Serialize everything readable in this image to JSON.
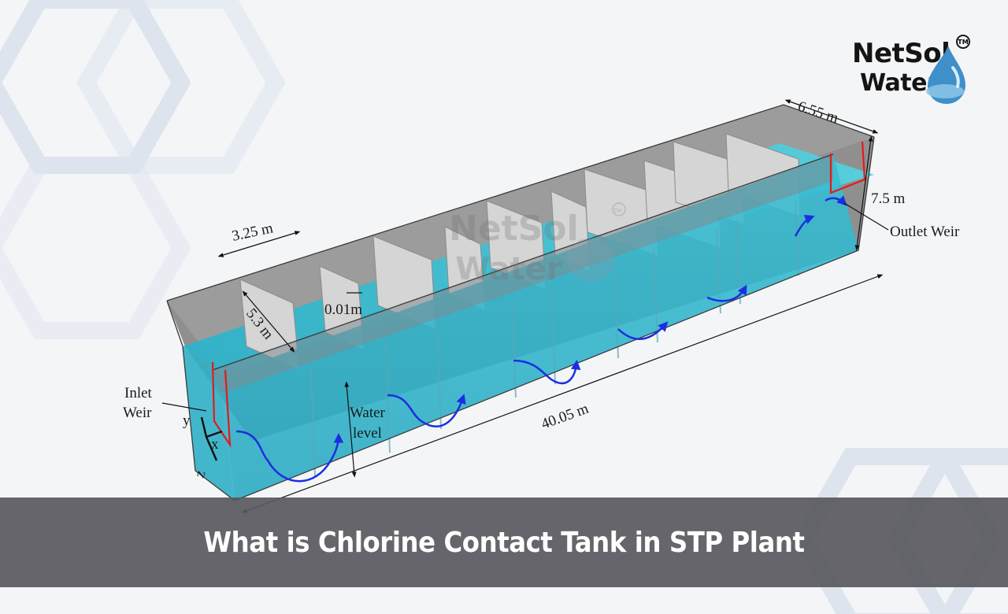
{
  "banner": {
    "title": "What is Chlorine Contact Tank in STP Plant"
  },
  "logo": {
    "line1": "NetSol",
    "line2": "Water",
    "trademark": "TM"
  },
  "watermark": {
    "line1": "NetSol",
    "line2": "Water",
    "trademark": "TM"
  },
  "diagram": {
    "labels": {
      "top_width": "6.55 m",
      "height": "7.5 m",
      "outlet": "Outlet Weir",
      "compartment_width": "3.25 m",
      "baffle_length": "5.3 m",
      "baffle_thickness": "0.01m",
      "inlet_line1": "Inlet",
      "inlet_line2": "Weir",
      "water_line1": "Water",
      "water_line2": "level",
      "length": "40.05 m",
      "axis_x": "x",
      "axis_y": "y",
      "axis_z": "z"
    },
    "colors": {
      "water": "#3fc4d6",
      "wall": "#9a9a9a",
      "baffle": "#d6d6d6",
      "flow_arrow": "#1a2fe0",
      "weir": "#e31b1b"
    }
  }
}
